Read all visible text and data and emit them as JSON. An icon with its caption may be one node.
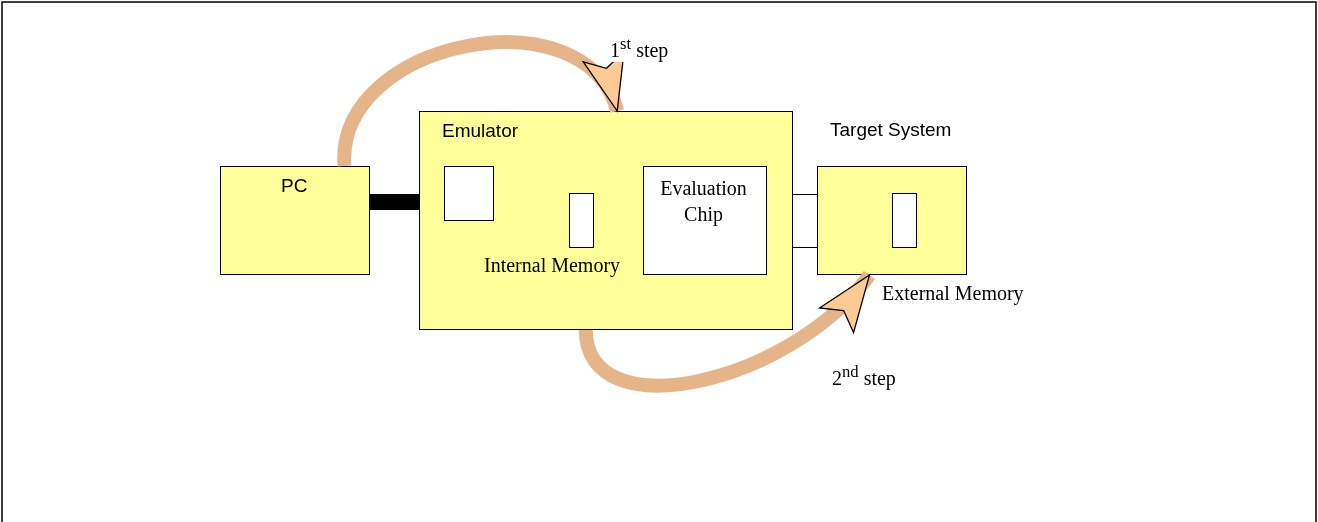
{
  "diagram": {
    "nodes": [
      {
        "text": [
          "PC"
        ]
      },
      {
        "text": [
          "Emulator"
        ]
      },
      {
        "text": [],
        "shape": "box",
        "in": 1
      },
      {
        "text": [],
        "shape": "box",
        "in": 1,
        "beside": [
          "Internal Memory"
        ]
      },
      {
        "text": [
          "Evaluation Chip"
        ],
        "in": 1
      },
      {
        "text": [
          "Target System"
        ]
      },
      {
        "text": [],
        "shape": "box",
        "in": 5,
        "beside": [
          "External Memory"
        ]
      },
      {
        "text": [],
        "shape": "box"
      }
    ],
    "edges": [
      {
        "from": 0,
        "to": 1,
        "arrow": "none",
        "color": "#000000"
      },
      {
        "from": 0,
        "to": 1,
        "arrow": "to",
        "label": "1$^{st}$ step"
      },
      {
        "from": 1,
        "to": 5,
        "arrow": "to",
        "label": "2$^{nd}$ step"
      }
    ]
  }
}
